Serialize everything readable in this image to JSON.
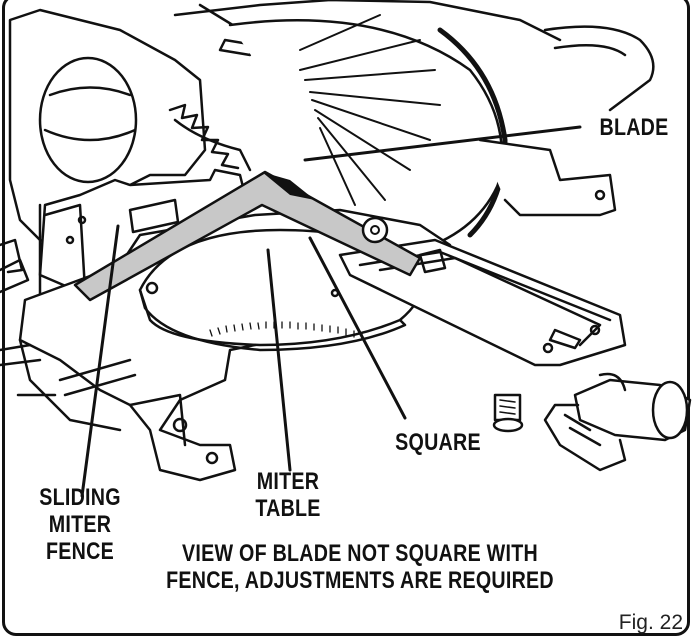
{
  "labels": {
    "blade": "BLADE",
    "square": "SQUARE",
    "miter_table": [
      "MITER",
      "TABLE"
    ],
    "sliding_miter_fence": [
      "SLIDING",
      "MITER",
      "FENCE"
    ],
    "caption": [
      "VIEW OF BLADE NOT SQUARE WITH",
      "FENCE, ADJUSTMENTS ARE REQUIRED"
    ]
  },
  "figure_number": "Fig. 22",
  "colors": {
    "outline": "#111111",
    "square_fill": "#c8c8c8",
    "background": "#ffffff"
  }
}
